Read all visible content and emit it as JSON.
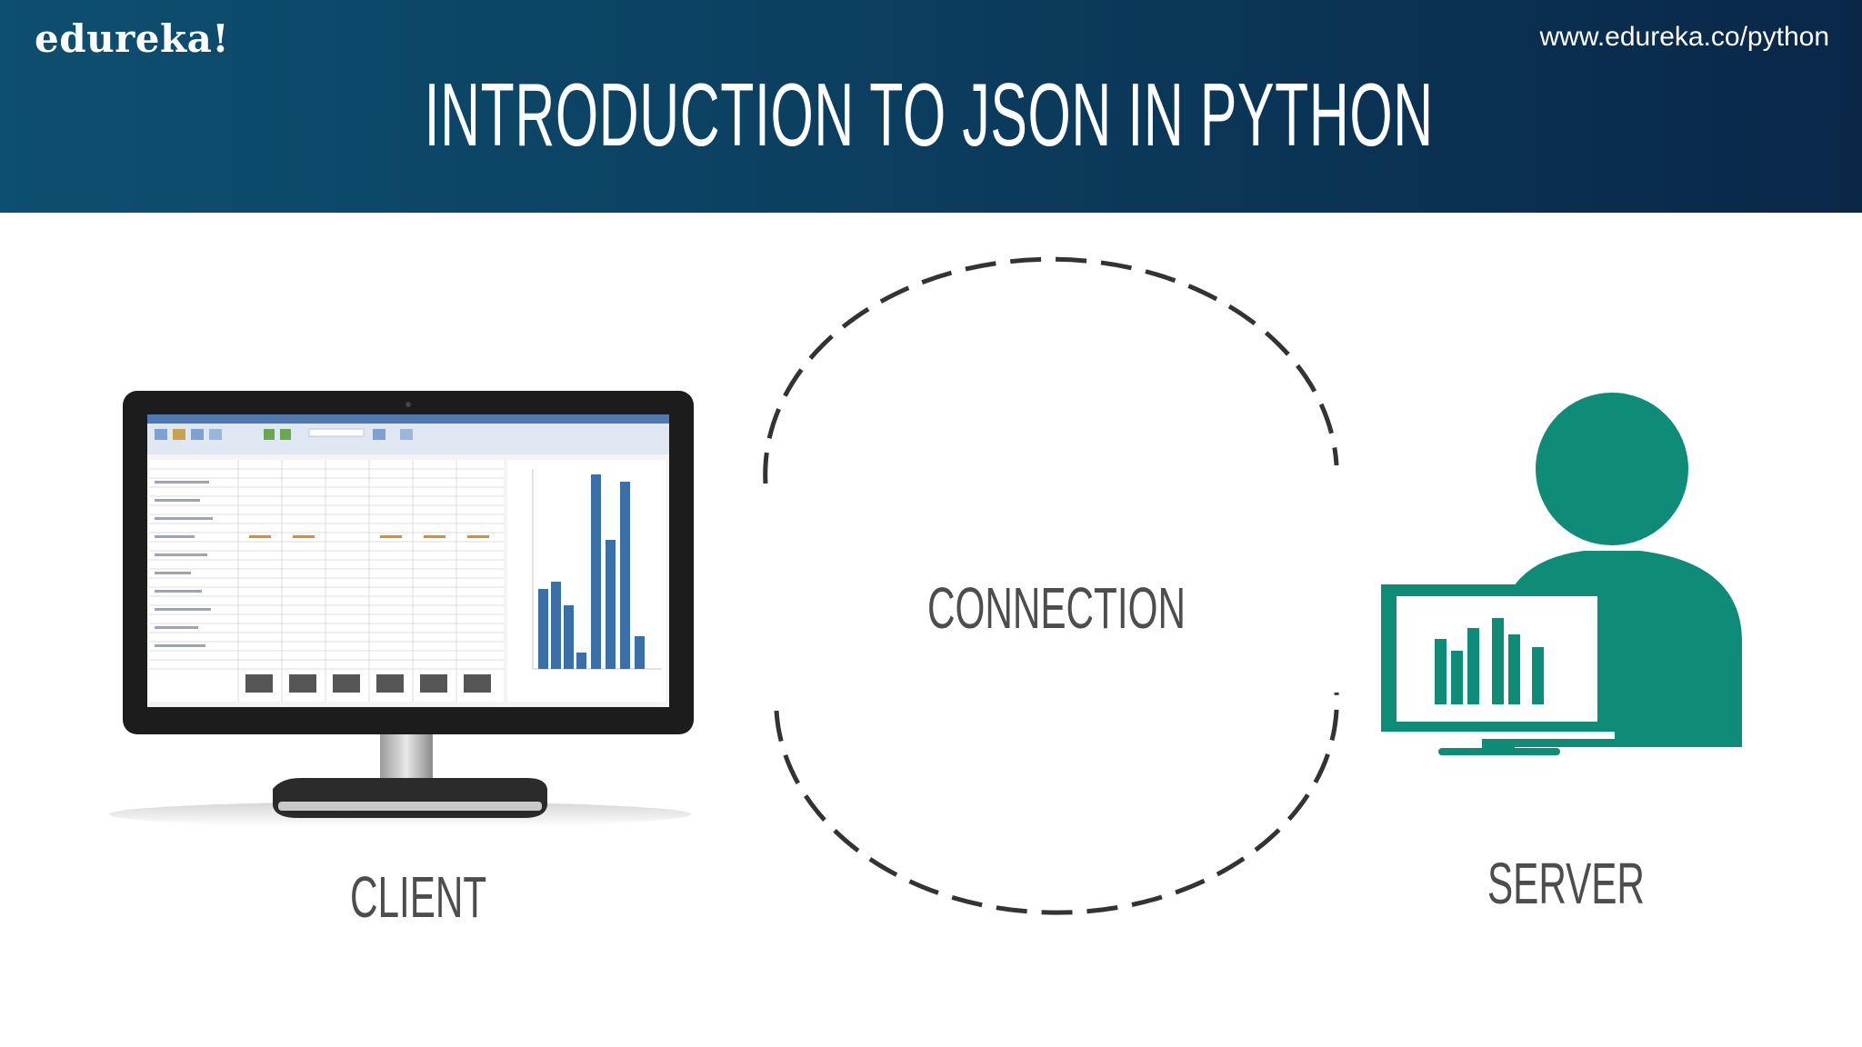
{
  "brand": {
    "logo_text": "edureka!",
    "url": "www.edureka.co/python"
  },
  "slide": {
    "title": "INTRODUCTION TO JSON IN PYTHON"
  },
  "diagram": {
    "connection_label": "CONNECTION",
    "client_label": "CLIENT",
    "server_label": "SERVER",
    "server_color": "#0e8c78",
    "connection_style": "dashed-ellipse"
  },
  "colors": {
    "header_start": "#0d4f70",
    "header_end": "#0a2748",
    "label_text": "#4d4d4d",
    "bar_blue": "#3a6fa8"
  }
}
